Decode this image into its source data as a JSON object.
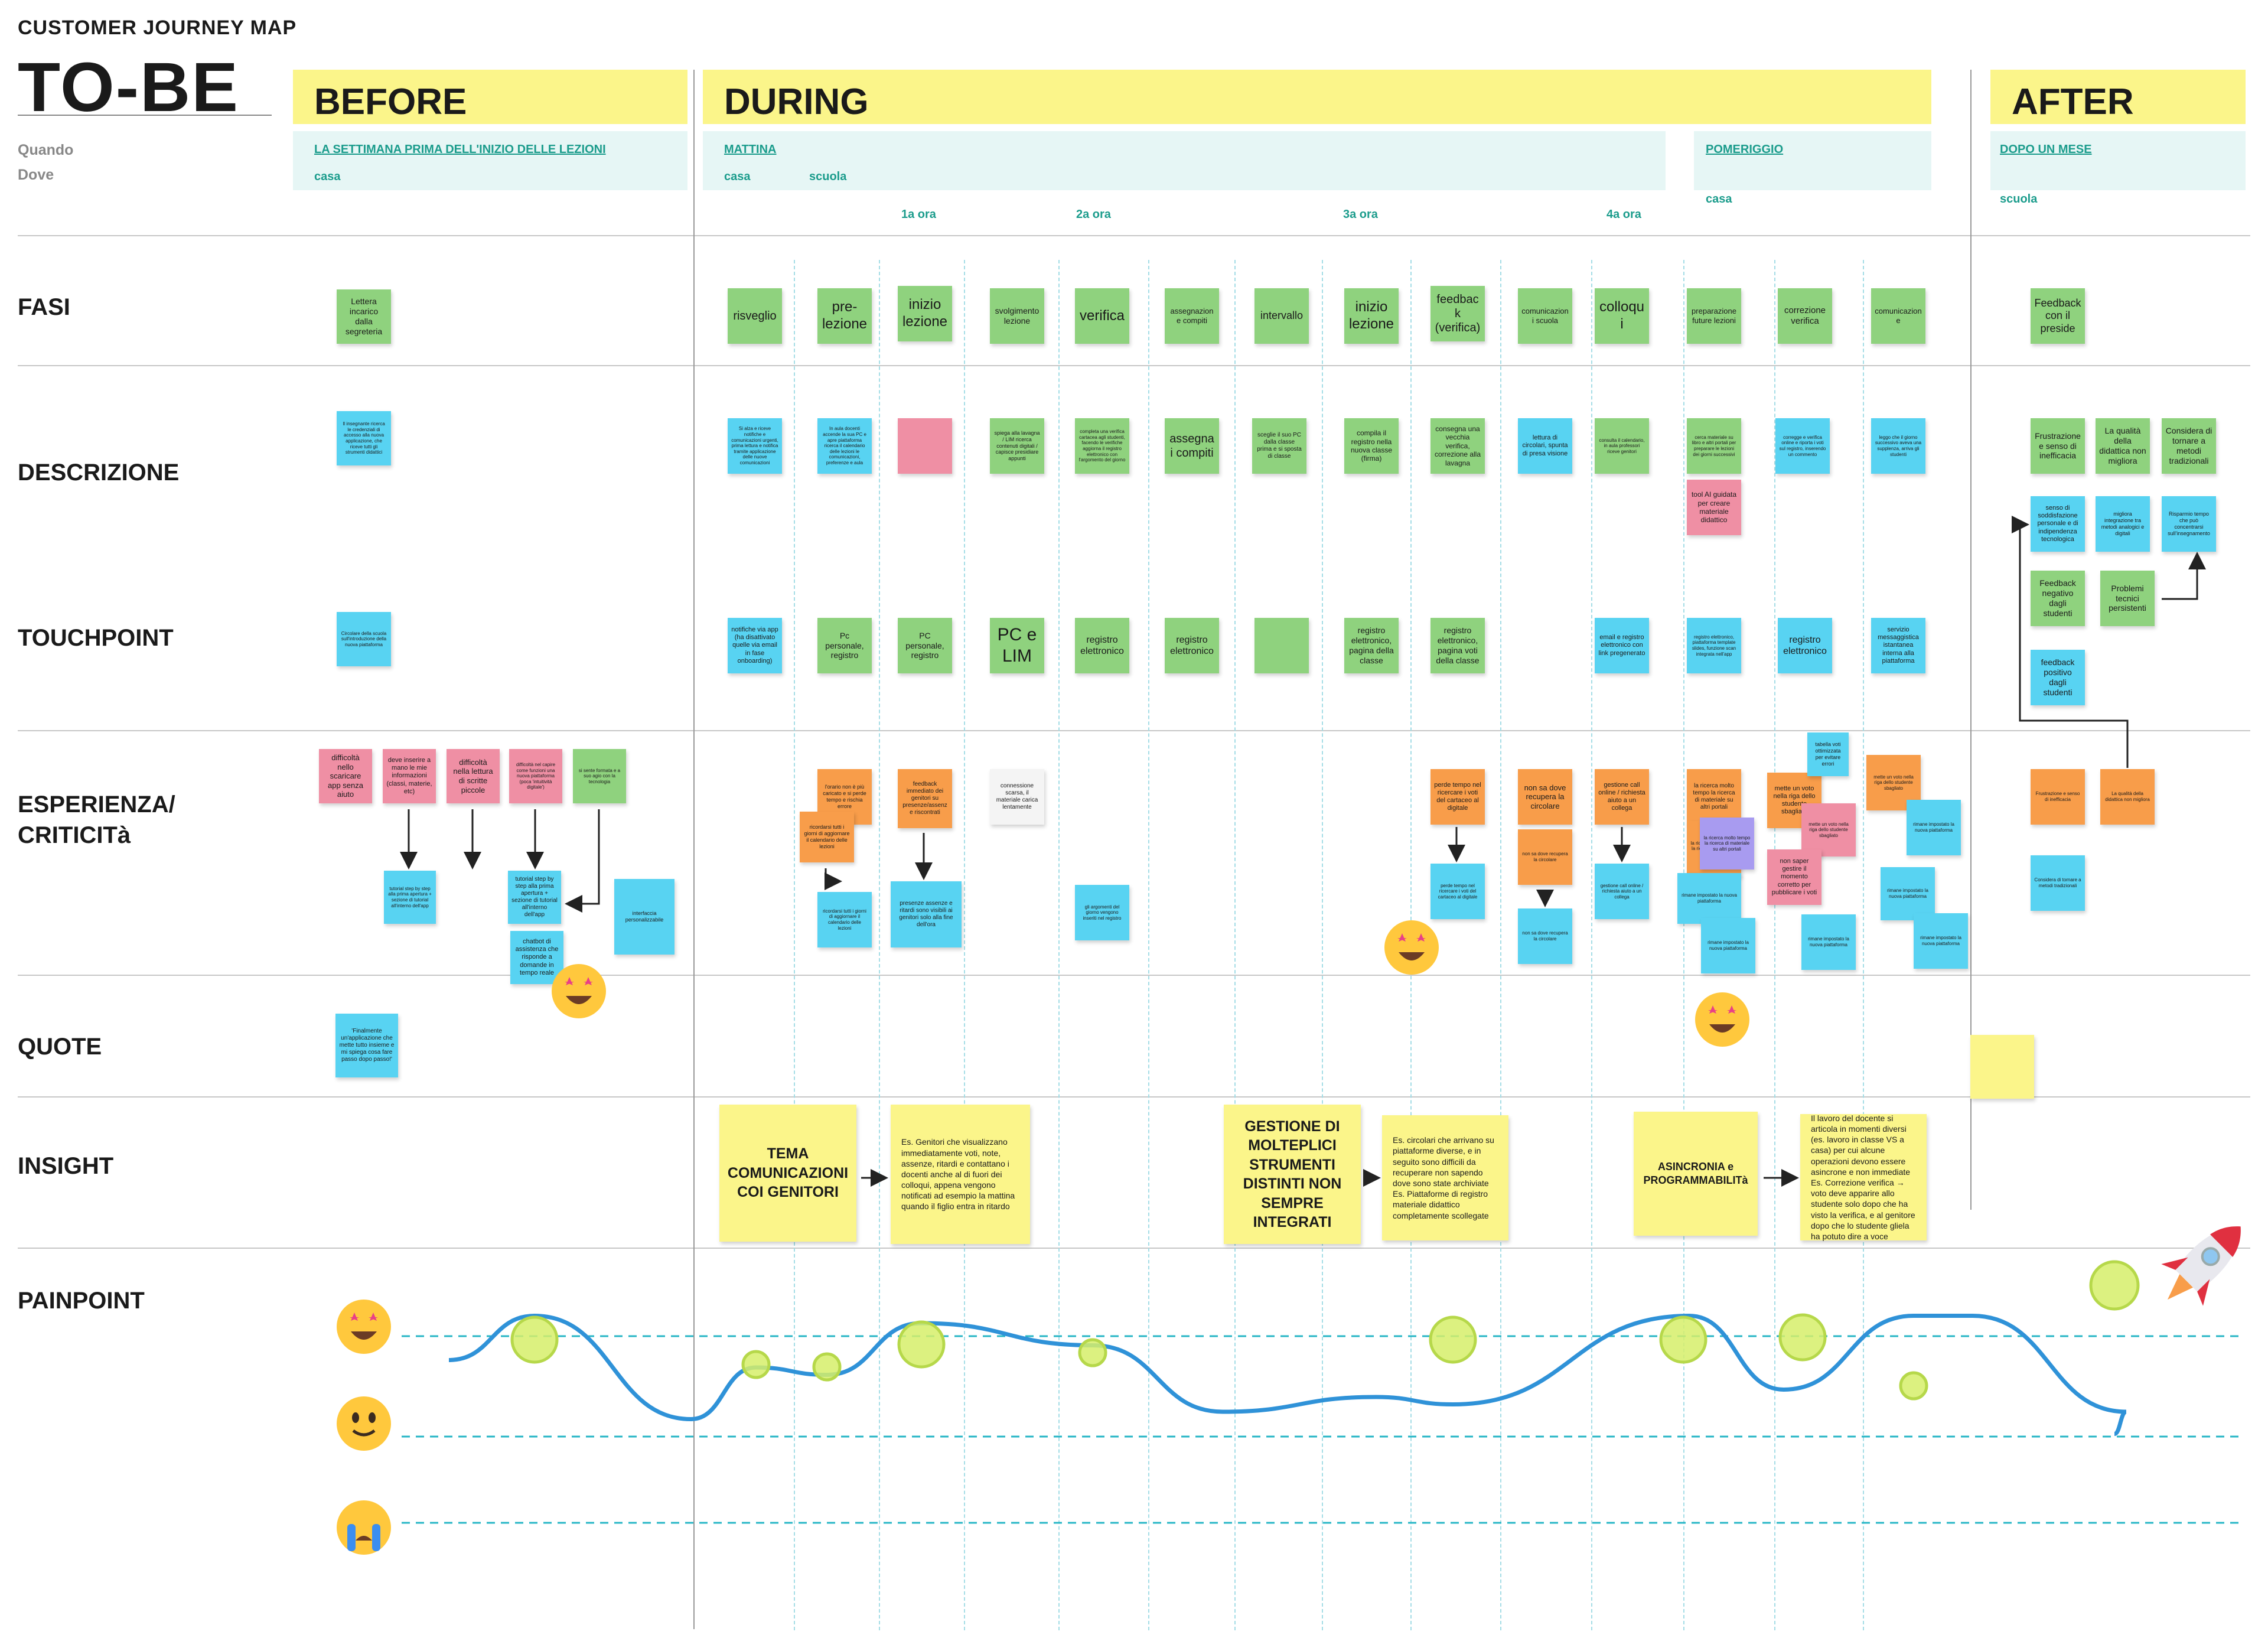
{
  "header": {
    "kicker": "CUSTOMER JOURNEY MAP",
    "title": "TO-BE"
  },
  "meta": {
    "when": "Quando",
    "where": "Dove"
  },
  "phases": [
    {
      "name": "BEFORE",
      "when": "LA SETTIMANA PRIMA DELL'INIZIO DELLE LEZIONI",
      "where": "casa"
    },
    {
      "name": "DURING",
      "when": "MATTINA",
      "where1": "casa",
      "where2": "scuola",
      "when2": "POMERIGGIO",
      "where3": "casa"
    },
    {
      "name": "AFTER",
      "when": "DOPO UN MESE",
      "where": "scuola"
    }
  ],
  "hours": [
    "1a ora",
    "2a ora",
    "3a ora",
    "4a ora"
  ],
  "rows": {
    "fasi": "FASI",
    "descrizione": "DESCRIZIONE",
    "touchpoint": "TOUCHPOINT",
    "esperienza1": "ESPERIENZA/",
    "esperienza2": "CRITICITà",
    "quote": "QUOTE",
    "insight": "INSIGHT",
    "painpoint": "PAINPOINT"
  },
  "fasi": [
    "Lettera incarico dalla segreteria",
    "risveglio",
    "pre-lezione",
    "inizio lezione",
    "svolgimento lezione",
    "verifica",
    "assegnazione compiti",
    "intervallo",
    "inizio lezione",
    "feedback (verifica)",
    "comunicazioni scuola",
    "colloqui",
    "preparazione future lezioni",
    "correzione verifica",
    "comunicazione",
    "Feedback con il preside"
  ],
  "descrizione": [
    "Il insegnante ricerca le credenziali di accesso alla nuova applicazione, che riceve tutti gli strumenti didattici",
    "Si alza e riceve notifiche e comunicazioni urgenti, prima lettura e notifica tramite applicazione delle nuove comunicazioni",
    "In aula docenti accende la sua PC e apre piattaforma ricerca il calendario delle lezioni le comunicazioni, preferenze e aula",
    "",
    "spiega alla lavagna / LIM ricerca contenuti digitali / capisce presidiare appunti",
    "completa una verifica cartacea agli studenti, facendo le verifiche aggiorna il registro elettronico con l'argomento del giorno",
    "assegna i compiti",
    "sceglie il suo PC dalla classe prima e si sposta di classe",
    "compila il registro nella nuova classe (firma)",
    "consegna una vecchia verifica, correzione alla lavagna",
    "lettura di circolari, spunta di presa visione",
    "consulta il calendario, in aula professori riceve genitori",
    "cerca materiale su libro e altri portali per preparare le lezioni dei giorni successivi",
    "tool AI guidata per creare materiale didattico",
    "corregge e verifica online e riporta i voti sul registro, inserendo un commento",
    "leggo che il giorno successivo aveva una supplenza, arriva gli studenti",
    "Frustrazione e senso di inefficacia",
    "La qualità della didattica non migliora",
    "Considera di tornare a metodi tradizionali",
    "senso di soddisfazione personale e di indipendenza tecnologica",
    "migliora integrazione tra metodi analogici e digitali",
    "Risparmio tempo che può concentrarsi sull'insegnamento",
    "Feedback negativo dagli studenti",
    "Problemi tecnici persistenti",
    "feedback positivo dagli studenti"
  ],
  "touchpoint": [
    "Circolare della scuola sull'introduzione della nuova piattaforma",
    "notifiche via app (ha disattivato quelle via email in fase onboarding)",
    "Pc personale, registro",
    "PC personale, registro",
    "PC e LIM",
    "registro elettronico",
    "registro elettronico",
    "",
    "registro elettronico, pagina della classe",
    "registro elettronico, pagina voti della classe",
    "email e registro elettronico con link pregenerato",
    "registro elettronico, piattaforma template slides, funzione scan integrata nell'app",
    "registro elettronico",
    "servizio messaggistica istantanea interna alla piattaforma"
  ],
  "esperienza": [
    "difficoltà nello scaricare app senza aiuto",
    "deve inserire a mano le mie informazioni (classi, materie, etc)",
    "difficoltà nella lettura di scritte piccole",
    "difficoltà nel capire come funzioni una nuova piattaforma (poca 'intuitività digitale')",
    "si sente formata e a suo agio con la tecnologia",
    "tutorial step by step alla prima apertura + sezione di tutorial all'interno dell'app",
    "chatbot di assistenza che risponde a domande in tempo reale",
    "interfaccia personalizzabile",
    "l'orario non è più caricato e si perde tempo e rischia errore",
    "ricordarsi tutti i giorni di aggiornare il calendario delle lezioni",
    "feedback immediato dei genitori su presenze/assenze riscontrati",
    "connessione scarsa, il materiale carica lentamente",
    "perde tempo nel ricercare i voti del cartaceo al digitale",
    "non sa dove recupera la circolare",
    "gestione call online / richiesta aiuto a un collega",
    "la ricerca molto tempo la ricerca di materiale su altri portali",
    "mette un voto nella riga dello studente sbagliato",
    "tabella voti ottimizzata per evitare errori",
    "non saper gestire il momento corretto per pubblicare i voti",
    "rimane impostato la nuova piattaforma",
    "presenze assenze e ritardi sono visibili ai genitori solo alla fine dell'ora",
    "gli argomenti del giorno vengono inseriti nel registro"
  ],
  "quote": "'Finalmente un'applicazione che mette tutto insieme e mi spiega cosa fare passo dopo passo!'",
  "insights": [
    "TEMA COMUNICAZIONI COI GENITORI",
    "Es. Genitori che visualizzano immediatamente voti, note, assenze, ritardi e contattano i docenti anche al di fuori dei colloqui, appena vengono notificati ad esempio la mattina quando il figlio entra in ritardo",
    "GESTIONE DI MOLTEPLICI STRUMENTI DISTINTI NON SEMPRE INTEGRATI",
    "Es. circolari che arrivano su piattaforme diverse, e in seguito sono difficili da recuperare non sapendo dove sono state archiviate Es. Piattaforme di registro materiale didattico completamente scollegate",
    "ASINCRONIA e PROGRAMMABILITà",
    "Il lavoro del docente si articola in momenti diversi (es. lavoro in classe VS a casa) per cui alcune operazioni devono essere asincrone e non immediate Es. Correzione verifica → voto deve apparire allo studente solo dopo che ha visto la verifica, e al genitore dopo che lo studente gliela ha potuto dire a voce"
  ],
  "painpoint": {
    "levels": [
      "happy",
      "neutral",
      "sad"
    ],
    "curve_x_stage": [
      0,
      1,
      2,
      3,
      4,
      5,
      6,
      7,
      8,
      9,
      10,
      11,
      12,
      13,
      14,
      15
    ],
    "curve_level": [
      0.55,
      0.85,
      0.15,
      0.5,
      0.45,
      0.8,
      0.65,
      0.2,
      0.3,
      0.25,
      0.85,
      0.35,
      0.85,
      0.85,
      0.2,
      0.05
    ]
  },
  "colors": {
    "green": "#8fd27e",
    "blue": "#58d3f2",
    "pink": "#ef8fa4",
    "orange": "#f89d4a",
    "yellow": "#fbf58a",
    "curve": "#2f92d8"
  }
}
